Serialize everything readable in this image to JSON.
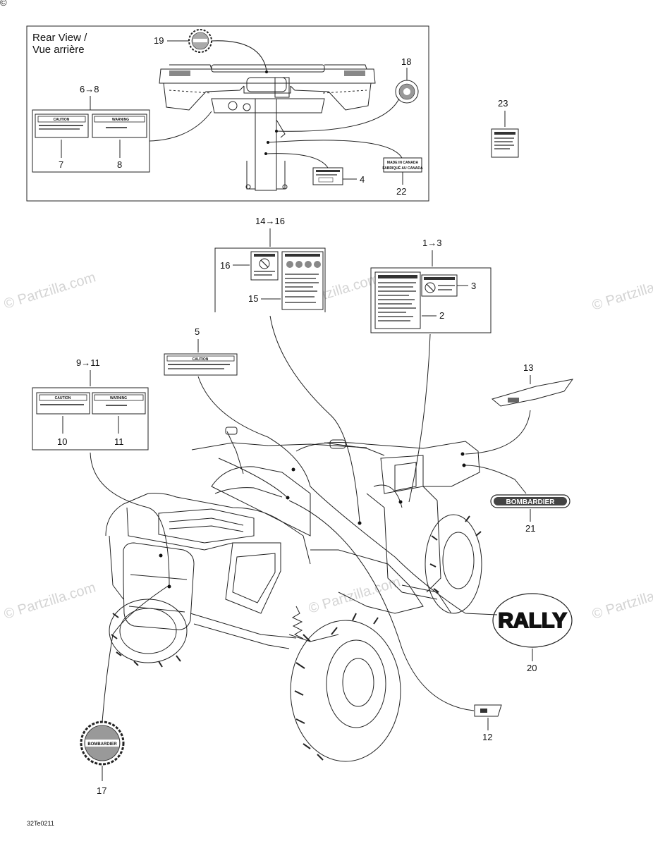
{
  "inset": {
    "title": "Rear View /",
    "subtitle": "Vue arrière"
  },
  "callouts": {
    "c1_3": "1→3",
    "c2": "2",
    "c3": "3",
    "c4": "4",
    "c5": "5",
    "c6_8": "6→8",
    "c7": "7",
    "c8": "8",
    "c9_11": "9→11",
    "c10": "10",
    "c11": "11",
    "c12": "12",
    "c13": "13",
    "c14_16": "14→16",
    "c15": "15",
    "c16": "16",
    "c17": "17",
    "c18": "18",
    "c19": "19",
    "c20": "20",
    "c21": "21",
    "c22": "22",
    "c23": "23"
  },
  "decals": {
    "caution": "CAUTION",
    "warning": "WARNING",
    "made_in_canada": "MADE IN CANADA",
    "fabrique_au_canada": "FABRIQUÉ AU CANADA",
    "bombardier_oval": "BOMBARDIER",
    "bombardier_round": "BOMBARDIER",
    "rally": "RALLY"
  },
  "watermark": "© Partzilla.com",
  "diagram_code": "32Te0211",
  "corner_mark": "©"
}
